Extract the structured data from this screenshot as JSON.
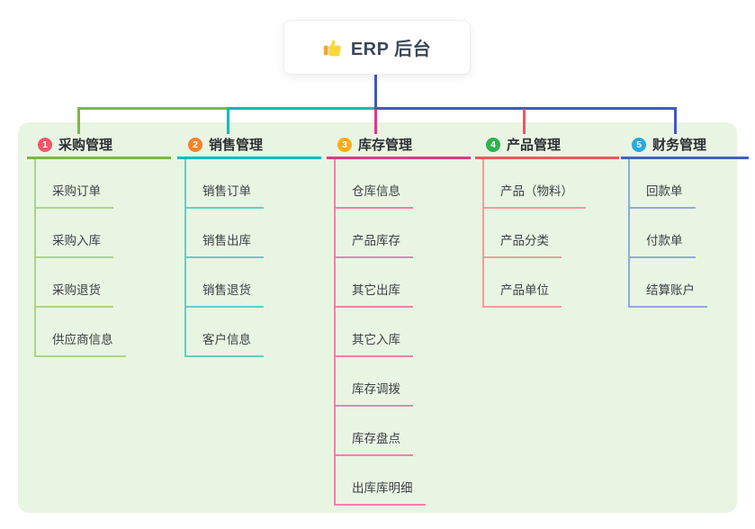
{
  "root": {
    "title": "ERP 后台",
    "icon": "thumbs-up-icon"
  },
  "colors": {
    "panel_bg": "#e9f5e3",
    "connector": "#4356c5",
    "branches": [
      {
        "main": "#7cb93f",
        "sub": "#abd583",
        "badge": "#f0566c"
      },
      {
        "main": "#00bcc4",
        "sub": "#5ed0c7",
        "badge": "#f5832b"
      },
      {
        "main": "#e03786",
        "sub": "#f07fb0",
        "badge": "#f9ad14"
      },
      {
        "main": "#f4555f",
        "sub": "#f49a9d",
        "badge": "#2eb24e"
      },
      {
        "main": "#4160c6",
        "sub": "#92a9dd",
        "badge": "#29a9e0"
      }
    ],
    "thumb_hand": "#fdd835",
    "thumb_sleeve": "#f0a33c"
  },
  "branches": [
    {
      "number": "1",
      "title": "采购管理",
      "items": [
        "采购订单",
        "采购入库",
        "采购退货",
        "供应商信息"
      ]
    },
    {
      "number": "2",
      "title": "销售管理",
      "items": [
        "销售订单",
        "销售出库",
        "销售退货",
        "客户信息"
      ]
    },
    {
      "number": "3",
      "title": "库存管理",
      "items": [
        "仓库信息",
        "产品库存",
        "其它出库",
        "其它入库",
        "库存调拨",
        "库存盘点",
        "出库库明细"
      ]
    },
    {
      "number": "4",
      "title": "产品管理",
      "items": [
        "产品（物料）",
        "产品分类",
        "产品单位"
      ]
    },
    {
      "number": "5",
      "title": "财务管理",
      "items": [
        "回款单",
        "付款单",
        "结算账户"
      ]
    }
  ]
}
